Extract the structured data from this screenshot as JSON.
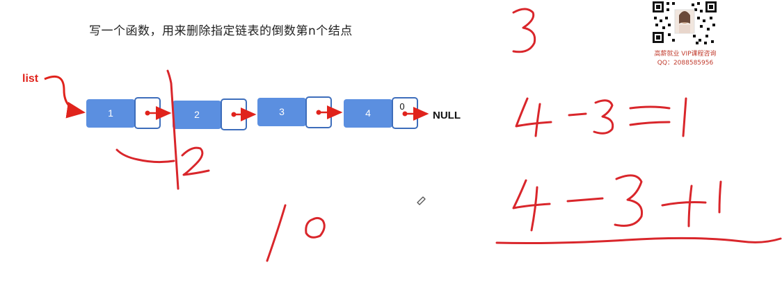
{
  "title": "写一个函数，用来删除指定链表的倒数第n个结点",
  "diagram": {
    "head_label": "list",
    "nodes": [
      {
        "value": "1",
        "next_value": ""
      },
      {
        "value": "2",
        "next_value": ""
      },
      {
        "value": "3",
        "next_value": ""
      },
      {
        "value": "4",
        "next_value": "0"
      }
    ],
    "terminal": "NULL"
  },
  "handwriting": {
    "notes_left": [
      "2",
      "10"
    ],
    "notes_right": [
      "3",
      "4-3=1",
      "4-3+1"
    ]
  },
  "promo": {
    "line1": "高薪就业 VIP课程咨询",
    "line2": "QQ：2088585956"
  },
  "colors": {
    "node_fill": "#5b8fe0",
    "arrow_red": "#e0231c",
    "ink_red": "#d9262b"
  }
}
